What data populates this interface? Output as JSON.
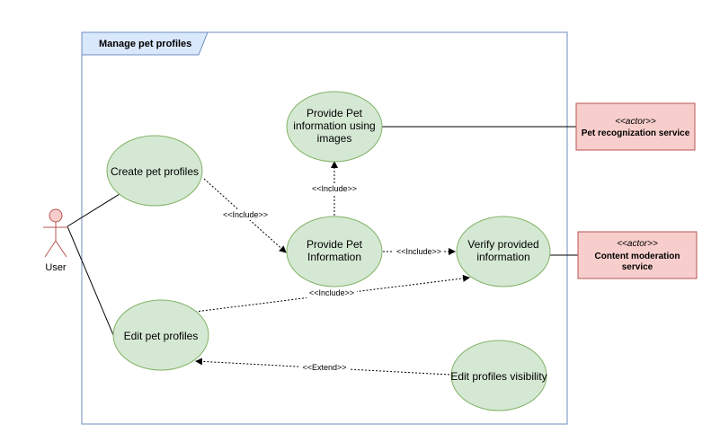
{
  "system": {
    "title": "Manage pet profiles"
  },
  "actors": {
    "user": {
      "label": "User"
    },
    "pet_recognition": {
      "stereotype": "<<actor>>",
      "name": "Pet recognization service"
    },
    "content_moderation": {
      "stereotype": "<<actor>>",
      "name_line1": "Content moderation",
      "name_line2": "service"
    }
  },
  "use_cases": {
    "create": {
      "line1": "Create pet profiles"
    },
    "provide_images": {
      "line1": "Provide Pet",
      "line2": "information using",
      "line3": "images"
    },
    "provide_info": {
      "line1": "Provide Pet",
      "line2": "Information"
    },
    "verify": {
      "line1": "Verify provided",
      "line2": "information"
    },
    "edit": {
      "line1": "Edit pet profiles"
    },
    "visibility": {
      "line1": "Edit profiles visibility"
    }
  },
  "relations": {
    "include_create_info": "<<Include>>",
    "include_info_images": "<<Include>>",
    "include_info_verify": "<<Include>>",
    "include_edit_verify": "<<Include>>",
    "extend_visibility_edit": "<<Extend>>"
  },
  "colors": {
    "usecase_fill": "#d5e8d4",
    "usecase_stroke": "#82b366",
    "actor_fill": "#f8cecc",
    "actor_stroke": "#b85450",
    "boundary_stroke": "#6c8ebf",
    "boundary_tab_fill": "#dae8fc"
  }
}
